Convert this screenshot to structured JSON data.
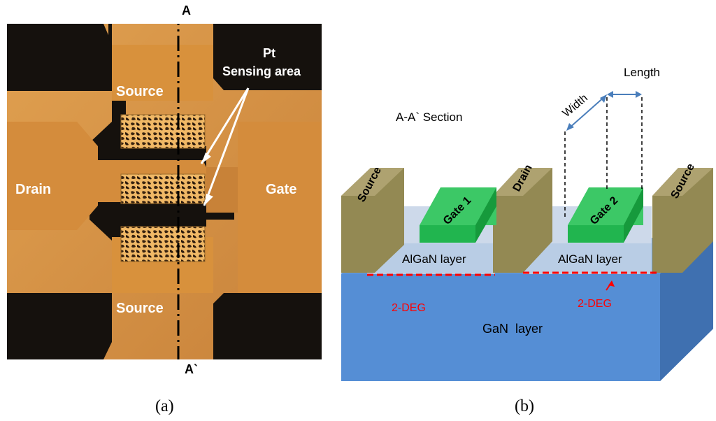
{
  "panel_a": {
    "caption": "(a)",
    "section_top": "A",
    "section_bottom": "A`",
    "labels": {
      "source_top": "Source",
      "source_bottom": "Source",
      "drain": "Drain",
      "gate": "Gate",
      "pt": "Pt",
      "sensing_area": "Sensing area"
    }
  },
  "panel_b": {
    "caption": "(b)",
    "section_title": "A-A` Section",
    "width_label": "Width",
    "length_label": "Length",
    "source_left": "Source",
    "drain": "Drain",
    "source_right": "Source",
    "gate1": "Gate 1",
    "gate2": "Gate 2",
    "algan_left": "AlGaN layer",
    "algan_right": "AlGaN layer",
    "deg_left": "2-DEG",
    "deg_right": "2-DEG",
    "gan": "GaN  layer"
  },
  "colors": {
    "gold": "#d8913c",
    "dark": "#15110d",
    "gan_blue": "#558ed5",
    "algan": "#b9cde5",
    "gate_green": "#21b54f",
    "contact": "#938953",
    "deg_red": "#ff0000",
    "arrow_blue": "#4a7ebb"
  }
}
